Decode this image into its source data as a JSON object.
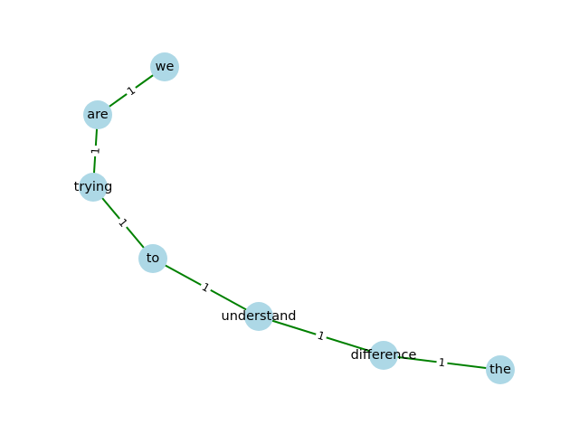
{
  "graph": {
    "node_color": "#add8e6",
    "edge_color": "#008000",
    "nodes": [
      {
        "id": "we",
        "label": "we"
      },
      {
        "id": "are",
        "label": "are"
      },
      {
        "id": "trying",
        "label": "trying"
      },
      {
        "id": "to",
        "label": "to"
      },
      {
        "id": "understand",
        "label": "understand"
      },
      {
        "id": "difference",
        "label": "difference"
      },
      {
        "id": "the",
        "label": "the"
      }
    ],
    "edges": [
      {
        "source": "we",
        "target": "are",
        "label": "1"
      },
      {
        "source": "are",
        "target": "trying",
        "label": "1"
      },
      {
        "source": "trying",
        "target": "to",
        "label": "1"
      },
      {
        "source": "to",
        "target": "understand",
        "label": "1"
      },
      {
        "source": "understand",
        "target": "difference",
        "label": "1"
      },
      {
        "source": "difference",
        "target": "the",
        "label": "1"
      }
    ]
  }
}
